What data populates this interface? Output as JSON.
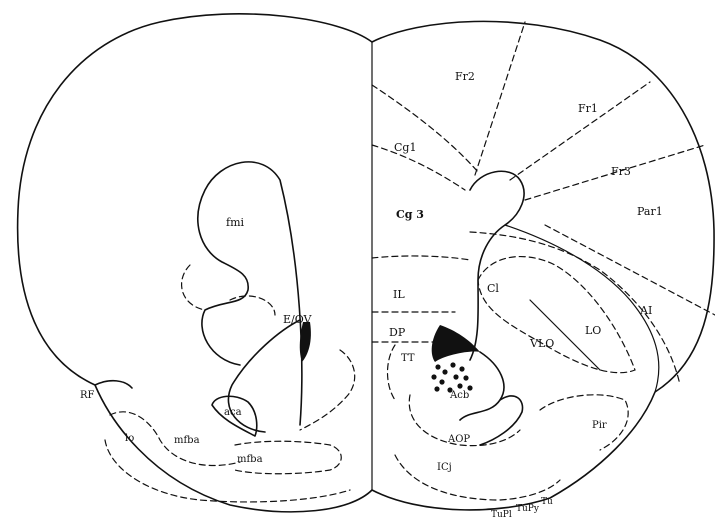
{
  "labels": {
    "fmi": "fmi",
    "e_ov": "E/OV",
    "aca": "aca",
    "mfba_upper": "mfba",
    "mfba_lower": "mfba",
    "lo": "lo",
    "rf": "RF",
    "fr2": "Fr2",
    "fr1": "Fr1",
    "fr3": "Fr3",
    "cg1": "Cg1",
    "cg3": "Cg 3",
    "par1": "Par1",
    "il": "IL",
    "cl": "Cl",
    "ai": "AI",
    "dp": "DP",
    "lo_region": "LO",
    "vlo": "VLO",
    "tt": "TT",
    "acb": "Acb",
    "aop": "AOP",
    "pir": "Pir",
    "icj": "ICj",
    "tu": "Tu",
    "tupy": "TuPy",
    "tupl": "TuPl"
  },
  "colors": {
    "ink": "#111111",
    "paper": "#ffffff"
  }
}
